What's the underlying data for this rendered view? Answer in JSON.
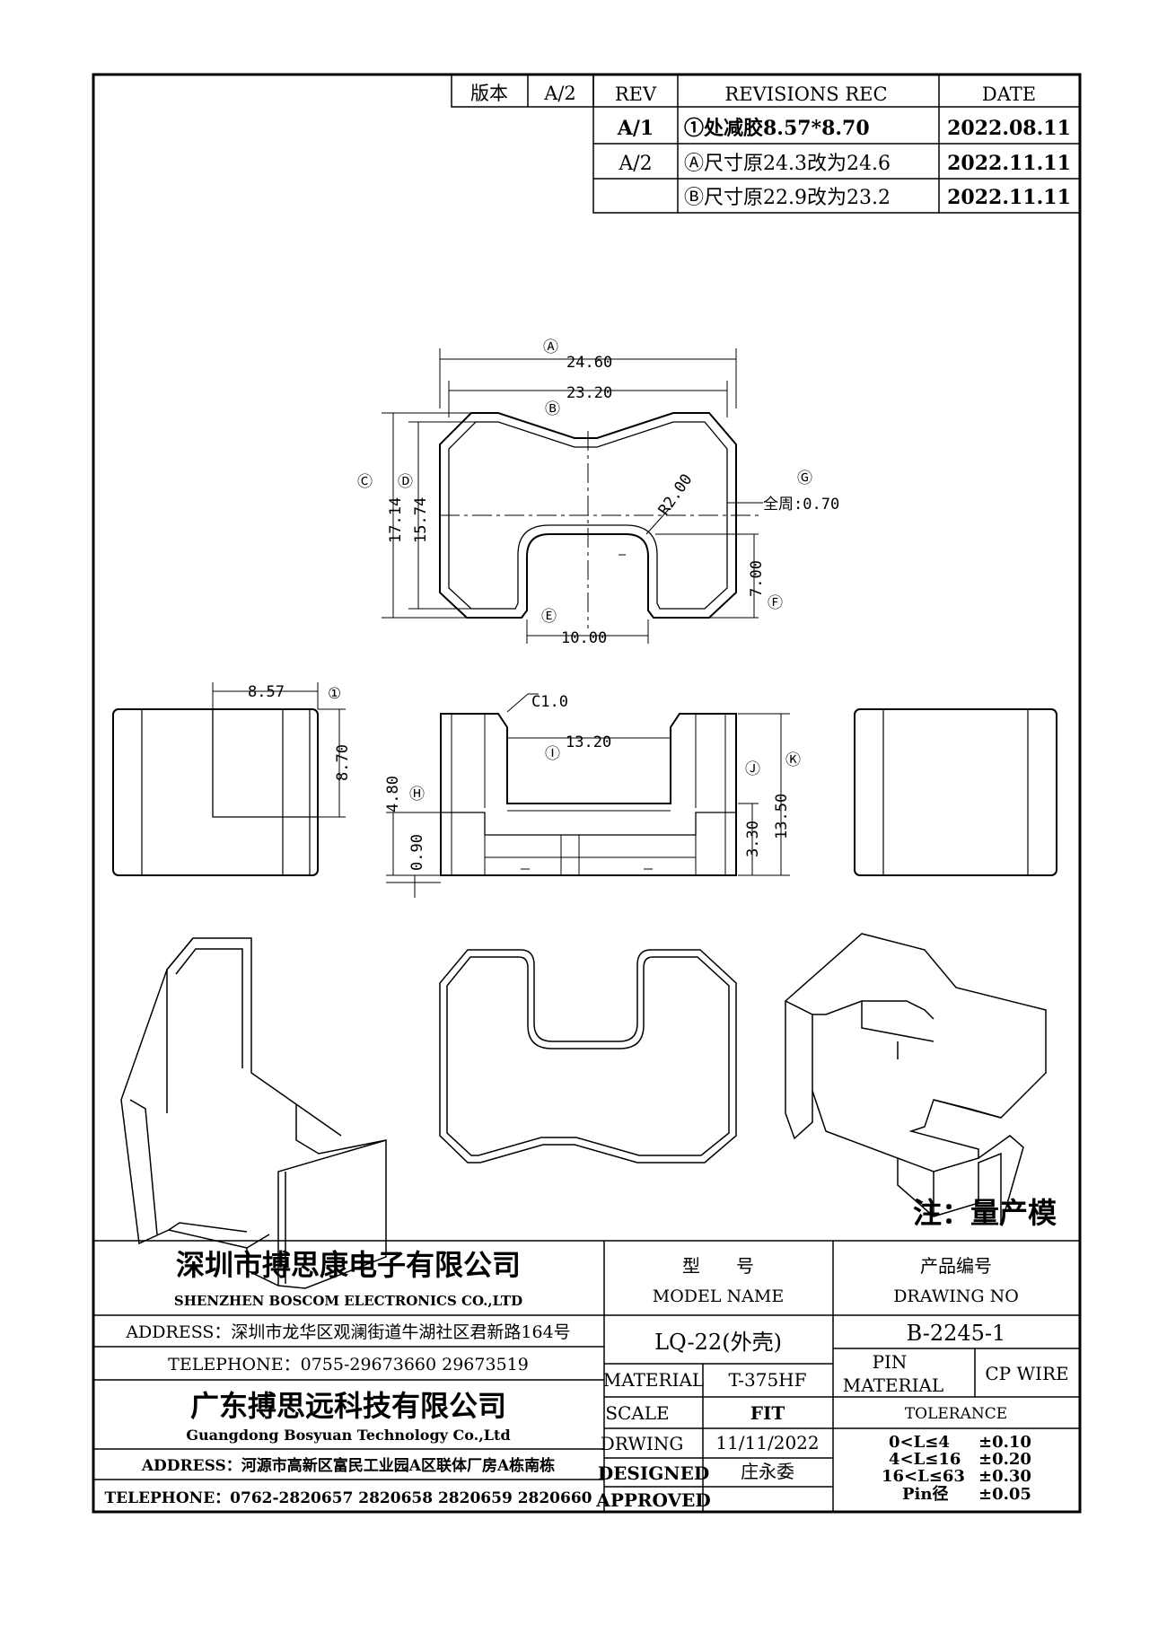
{
  "revision_table": {
    "version_label": "版本",
    "version_value": "A/2",
    "headers": {
      "rev": "REV",
      "rec": "REVISIONS REC",
      "date": "DATE"
    },
    "rows": [
      {
        "rev": "A/1",
        "rec": "①处减胶8.57*8.70",
        "date": "2022.08.11"
      },
      {
        "rev": "A/2",
        "rec": "Ⓐ尺寸原24.3改为24.6",
        "date": "2022.11.11"
      },
      {
        "rev": "",
        "rec": "Ⓑ尺寸原22.9改为23.2",
        "date": "2022.11.11"
      }
    ]
  },
  "top_view": {
    "A": "Ⓐ",
    "A_val": "24.60",
    "B": "Ⓑ",
    "B_val": "23.20",
    "C": "Ⓒ",
    "C_val": "17.14",
    "D": "Ⓓ",
    "D_val": "15.74",
    "E": "Ⓔ",
    "E_val": "10.00",
    "F": "Ⓕ",
    "F_val": "7.00",
    "G": "Ⓖ",
    "G_val": "全周:0.70",
    "R_val": "R2.00"
  },
  "front_views": {
    "one": "①",
    "one_w": "8.57",
    "one_h": "8.70",
    "c_val": "C1.0",
    "I": "Ⓘ",
    "I_val": "13.20",
    "H": "Ⓗ",
    "H_val": "0.90",
    "h_4_80": "4.80",
    "J": "Ⓙ",
    "J_val": "3.30",
    "K": "Ⓚ",
    "K_val": "13.50"
  },
  "note": "注：量产模",
  "title_block": {
    "company1_cn": "深圳市搏思康电子有限公司",
    "company1_en": "SHENZHEN BOSCOM ELECTRONICS CO.,LTD",
    "address1": "ADDRESS：深圳市龙华区观澜街道牛湖社区君新路164号",
    "telephone1": "TELEPHONE：0755-29673660 29673519",
    "company2_cn": "广东搏思远科技有限公司",
    "company2_en": "Guangdong Bosyuan Technology Co.,Ltd",
    "address2": "ADDRESS：河源市高新区富民工业园A区联体厂房A栋南栋",
    "telephone2": "TELEPHONE：0762-2820657 2820658 2820659 2820660",
    "model_cn": "型　　号",
    "model_en": "MODEL NAME",
    "model_value": "LQ-22(外壳)",
    "drawing_cn": "产品编号",
    "drawing_en": "DRAWING NO",
    "drawing_value": "B-2245-1",
    "material_label": "MATERIAL",
    "material_value": "T-375HF",
    "pin_material_1": "PIN",
    "pin_material_2": "MATERIAL",
    "pin_material_value": "CP WIRE",
    "scale_label": "SCALE",
    "scale_value": "FIT",
    "drwing_label": "DRWING",
    "drwing_value": "11/11/2022",
    "designed_label": "DESIGNED",
    "designed_value": "庄永委",
    "approved_label": "APPROVED",
    "approved_value": "",
    "tolerance_label": "TOLERANCE",
    "tolerances": [
      {
        "range": "0<L≤4",
        "value": "±0.10"
      },
      {
        "range": "4<L≤16",
        "value": "±0.20"
      },
      {
        "range": "16<L≤63",
        "value": "±0.30"
      },
      {
        "range": "Pin径",
        "value": "±0.05"
      }
    ]
  }
}
